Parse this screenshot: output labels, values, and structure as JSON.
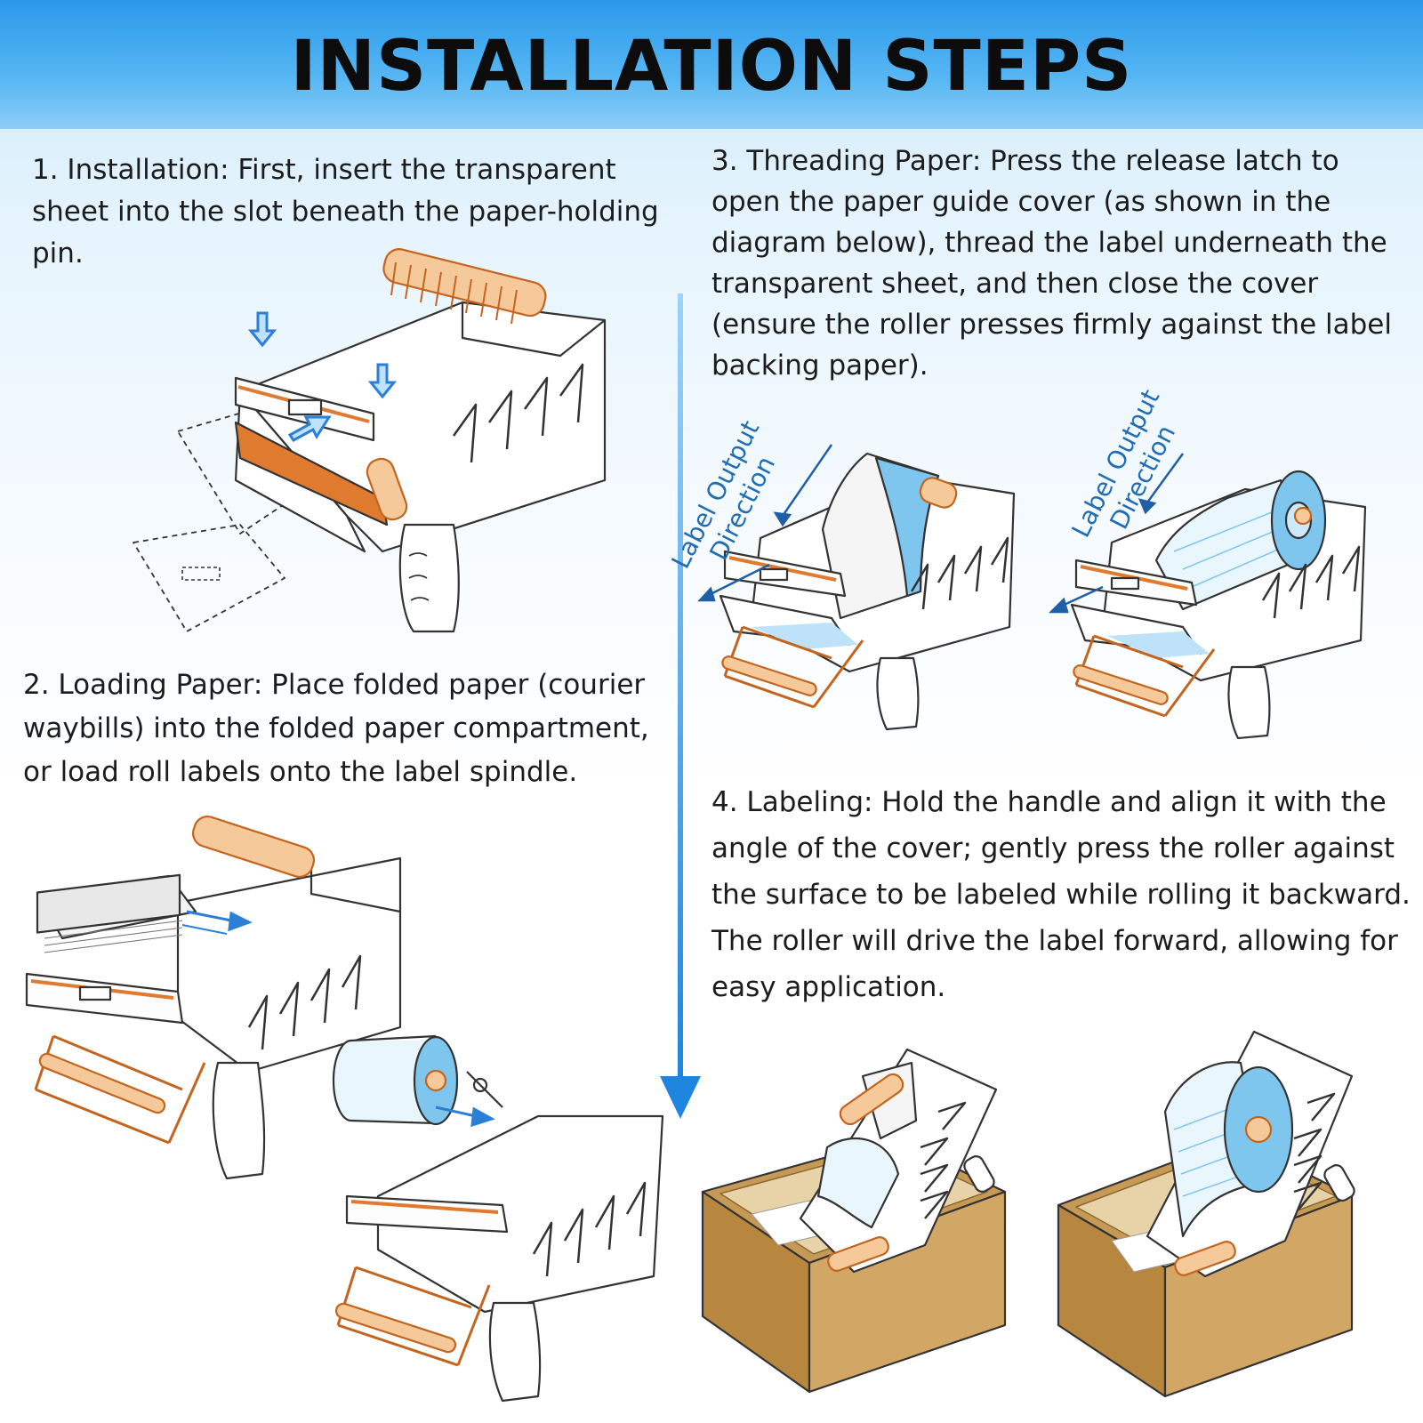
{
  "title": "INSTALLATION STEPS",
  "steps": [
    {
      "number": 1,
      "text": "1. Installation: First, insert the transparent sheet into the slot beneath the paper-holding pin."
    },
    {
      "number": 2,
      "text": "2. Loading Paper: Place folded paper (courier waybills) into the folded paper compartment, or load roll labels onto the label spindle."
    },
    {
      "number": 3,
      "text": "3. Threading Paper: Press the release latch to open the paper guide cover (as shown in the diagram below), thread the label underneath the transparent sheet, and then close the cover (ensure the roller presses firmly against the label backing paper)."
    },
    {
      "number": 4,
      "text": "4. Labeling: Hold the handle and align it with the angle of the cover; gently press the roller against the surface to be labeled while rolling it backward. The roller will drive the label forward, allowing for easy application."
    }
  ],
  "output_direction_label": {
    "line1": "Label Output",
    "line2": "Direction"
  },
  "colors": {
    "title_bar": "#2a98ea",
    "flow_arrow": "#2b8fe6",
    "orange_part": "#e07a2f",
    "roll_blue": "#7fc6ee",
    "box_brown": "#c69a55"
  }
}
